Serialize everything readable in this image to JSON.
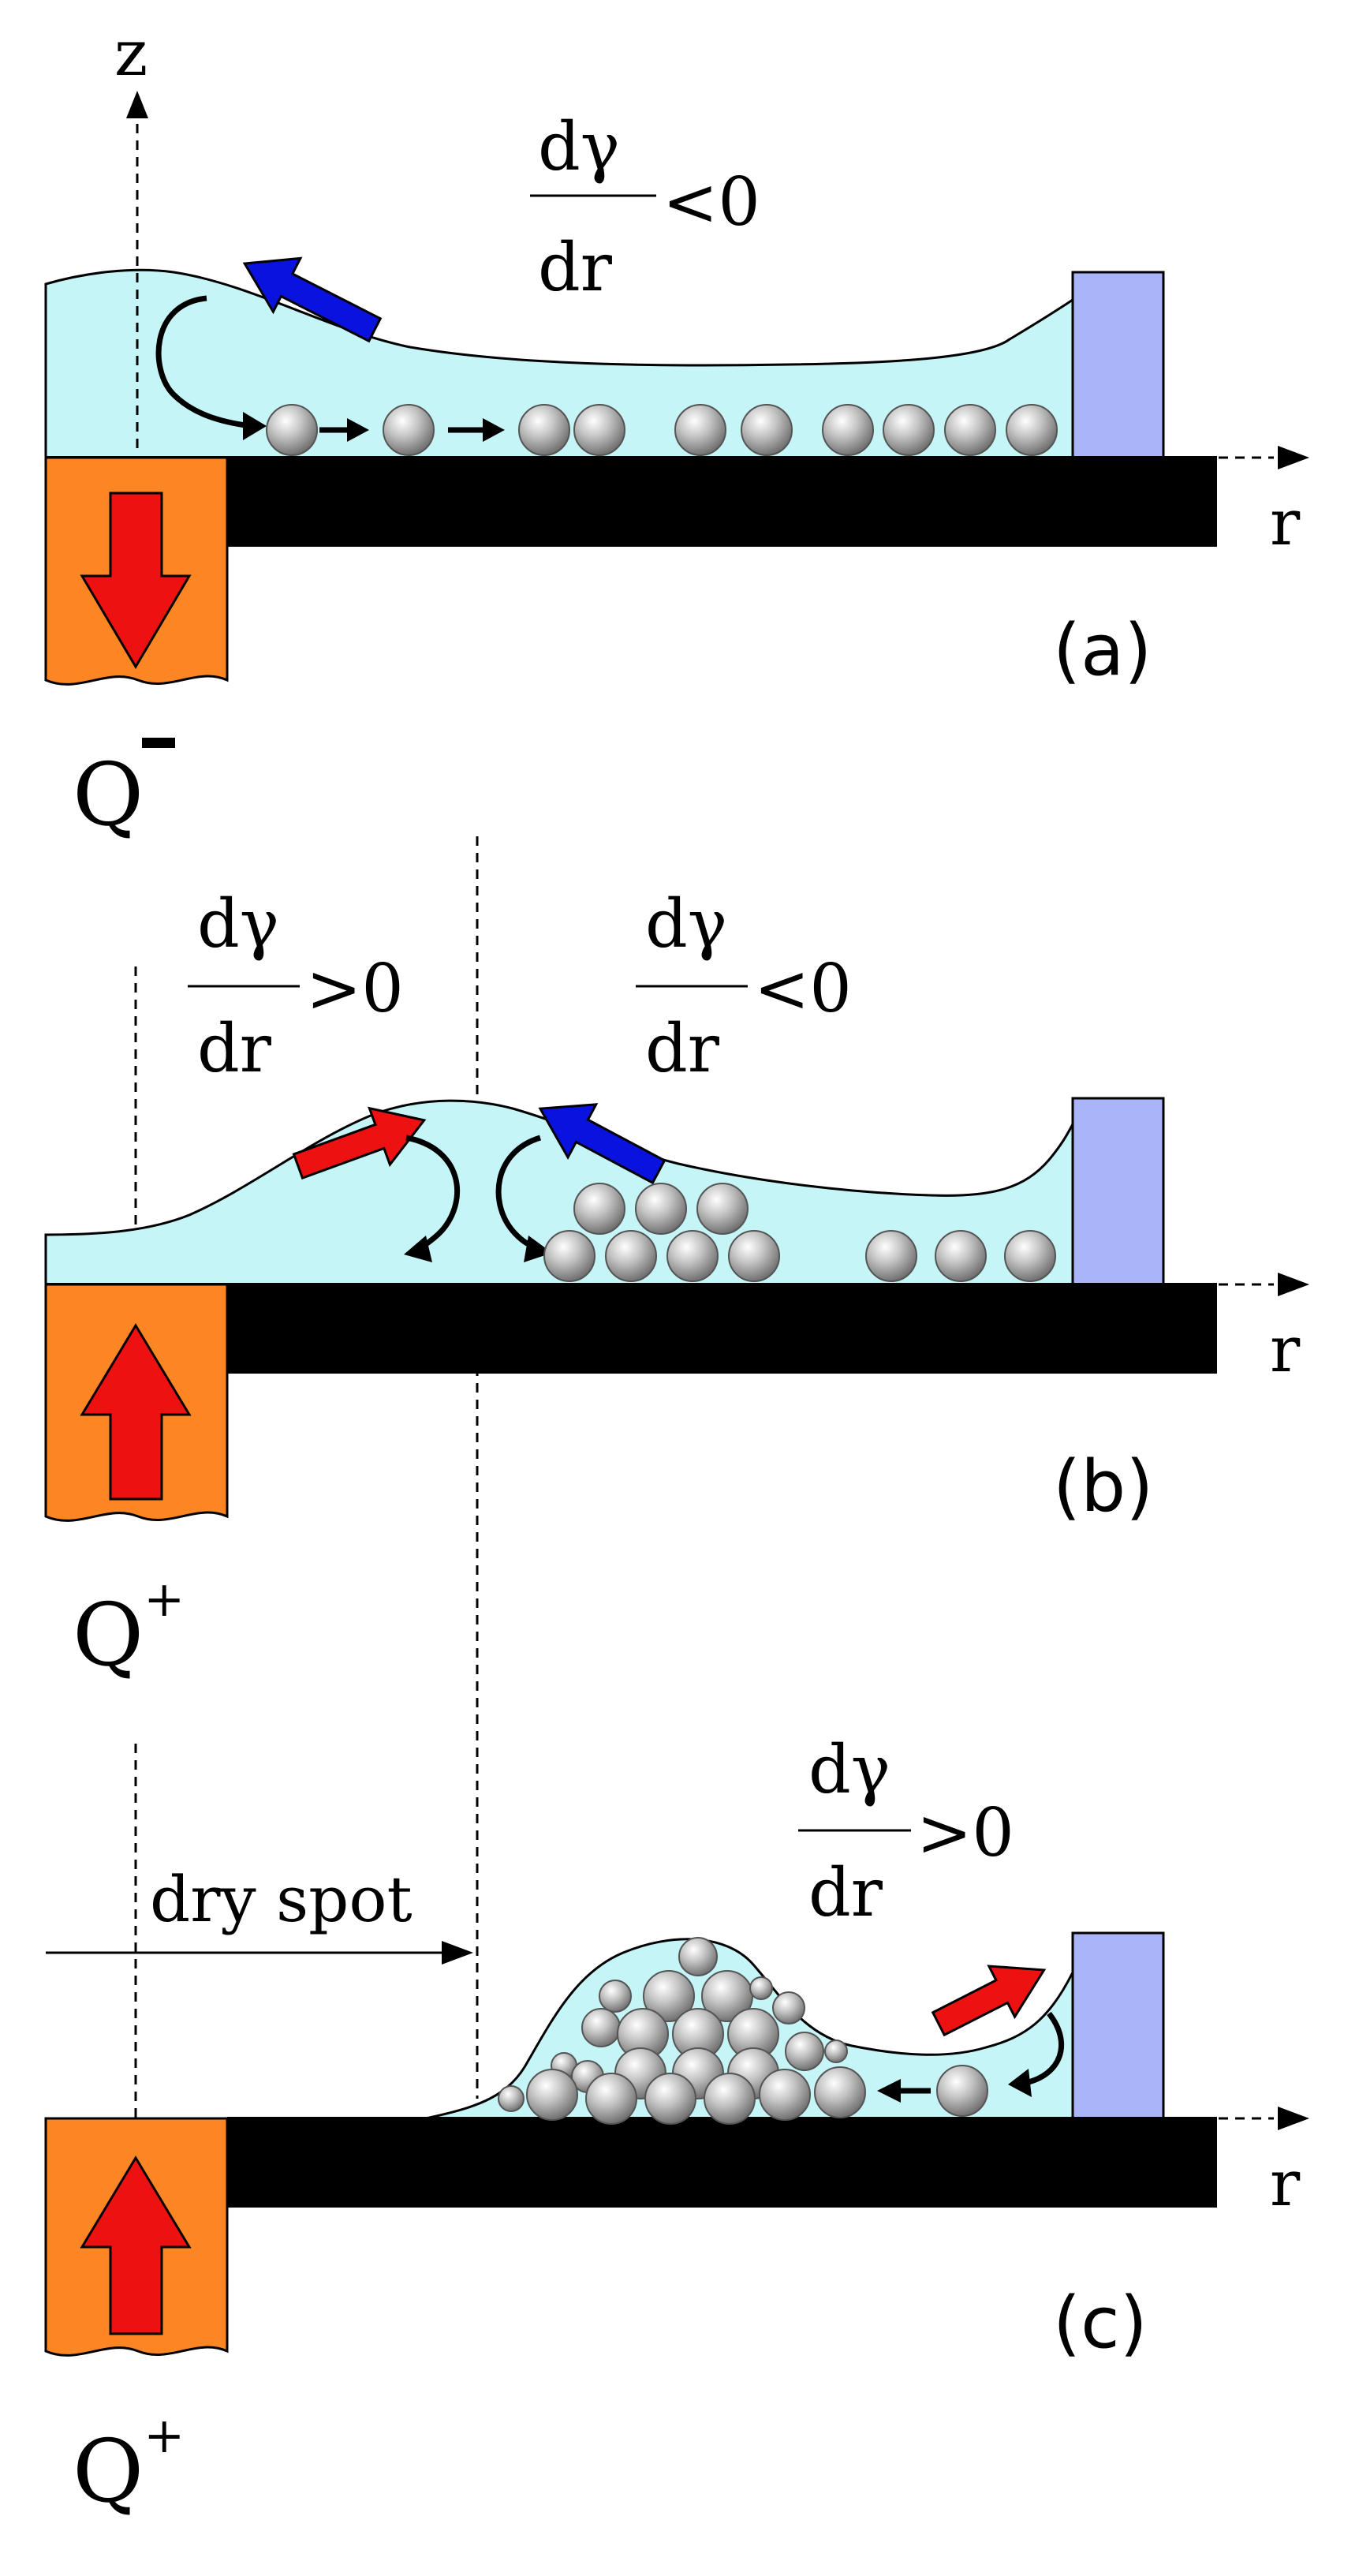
{
  "colors": {
    "liquid": "#c6f5f8",
    "wall": "#aab4f8",
    "heater": "#fb8623",
    "heat_arrow": "#ee1111",
    "blue_arrow": "#0a13dd",
    "red_arrow": "#ee1111",
    "substrate": "#000000",
    "particle": "#a9a9a9"
  },
  "axes": {
    "z_label": "z",
    "r_label": "r"
  },
  "gradient": {
    "numerator": "dγ",
    "denominator": "dr",
    "less_than_zero": "<0",
    "greater_than_zero": ">0"
  },
  "panels": [
    {
      "id": "a",
      "label": "(a)",
      "heat_label": "Q",
      "heat_sup": "-"
    },
    {
      "id": "b",
      "label": "(b)",
      "heat_label": "Q",
      "heat_sup": "+"
    },
    {
      "id": "c",
      "label": "(c)",
      "heat_label": "Q",
      "heat_sup": "+",
      "dry_spot_label": "dry spot"
    }
  ]
}
